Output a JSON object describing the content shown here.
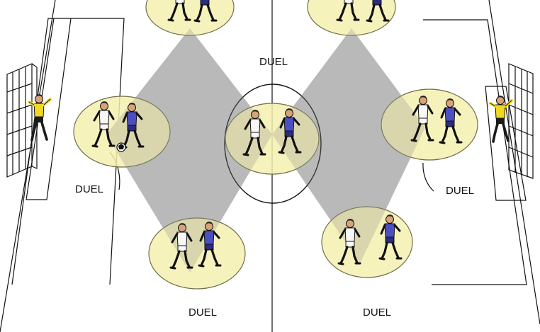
{
  "labels": {
    "duel_center_top": "DUEL",
    "duel_left": "DUEL",
    "duel_right": "DUEL",
    "duel_bottom_left": "DUEL",
    "duel_bottom_right": "DUEL"
  },
  "colors": {
    "zone_fill": "#f4f0b0",
    "zone_stroke": "#6f6f4a",
    "diamond_fill": "#bdbdbd",
    "line": "#111111",
    "kit_white": "#f7f7f7",
    "kit_blue": "#4c4fc2",
    "kit_blue_shorts": "#2a2c7d",
    "keeper_yellow": "#f1d923",
    "keeper_dark": "#1b1b1b",
    "skin": "#d9a37a"
  }
}
